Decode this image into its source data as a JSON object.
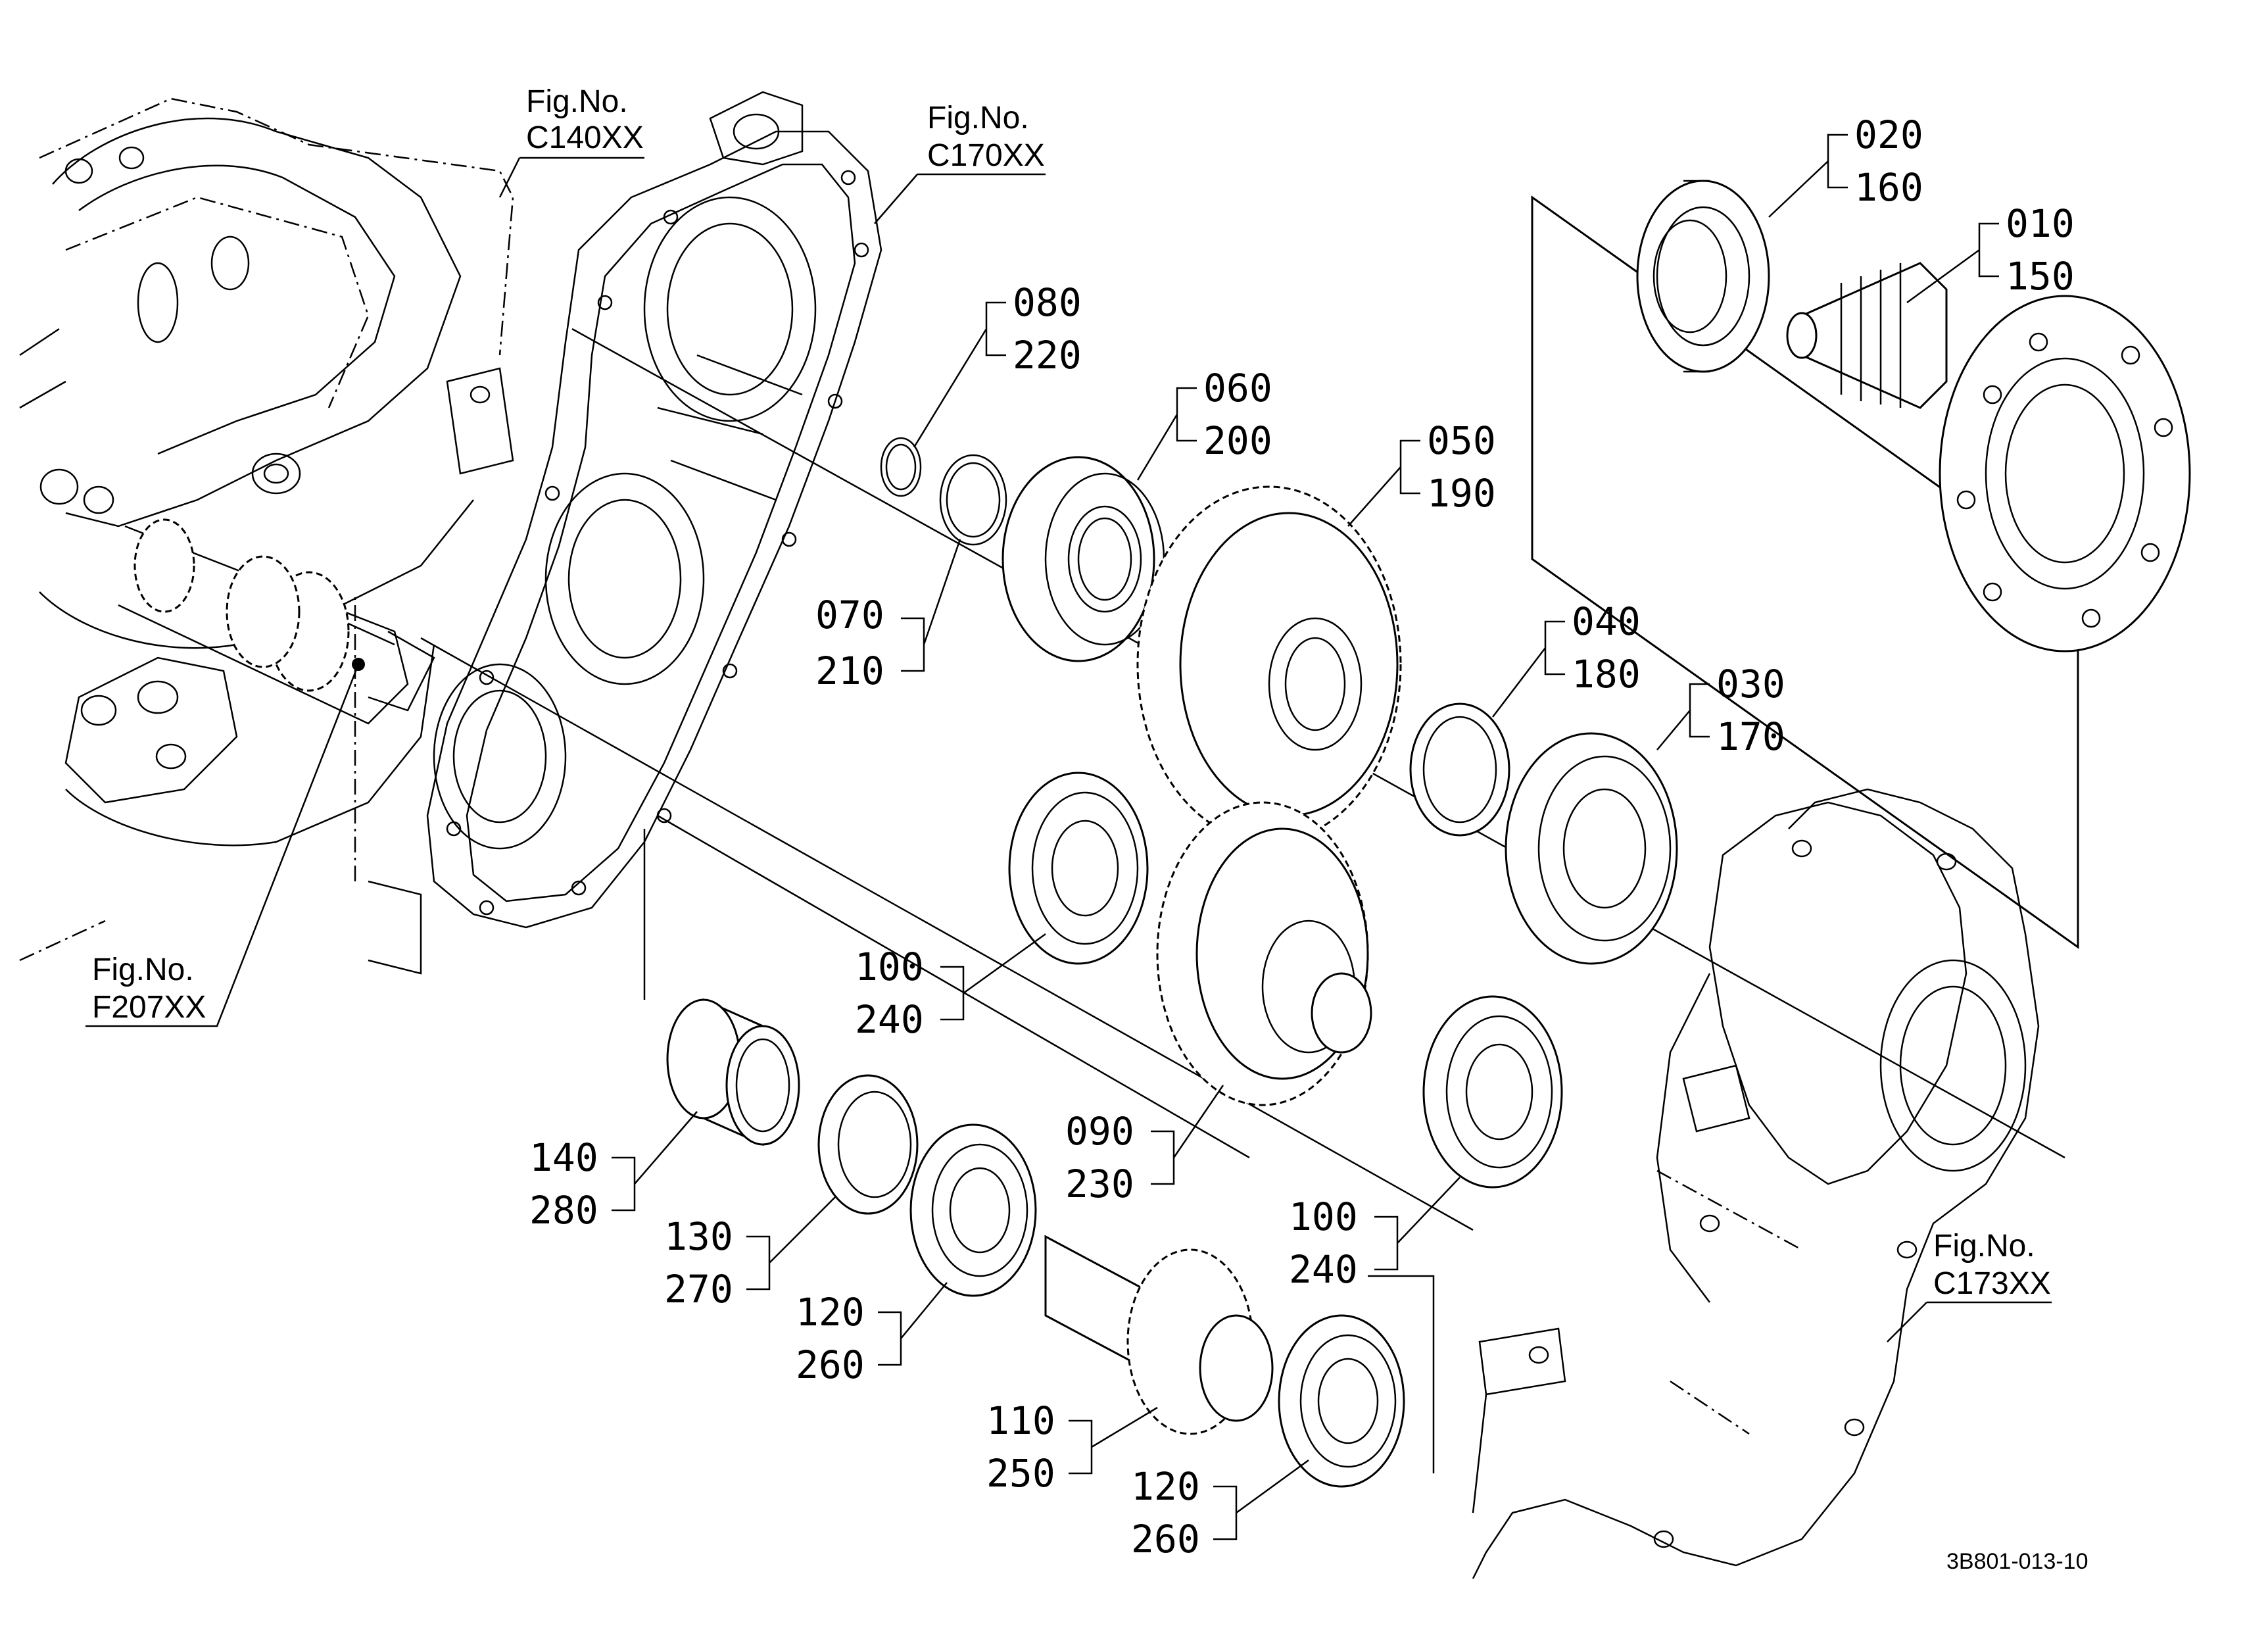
{
  "drawing_number": "3B801-013-10",
  "figure_refs": [
    {
      "id": "C140",
      "label": "Fig.No.",
      "code": "C140XX"
    },
    {
      "id": "C170",
      "label": "Fig.No.",
      "code": "C170XX"
    },
    {
      "id": "F207",
      "label": "Fig.No.",
      "code": "F207XX"
    },
    {
      "id": "C173",
      "label": "Fig.No.",
      "code": "C173XX"
    }
  ],
  "callouts": [
    {
      "id": "p020",
      "top": "020",
      "bottom": "160"
    },
    {
      "id": "p010",
      "top": "010",
      "bottom": "150"
    },
    {
      "id": "p080",
      "top": "080",
      "bottom": "220"
    },
    {
      "id": "p060",
      "top": "060",
      "bottom": "200"
    },
    {
      "id": "p050",
      "top": "050",
      "bottom": "190"
    },
    {
      "id": "p070",
      "top": "070",
      "bottom": "210"
    },
    {
      "id": "p040",
      "top": "040",
      "bottom": "180"
    },
    {
      "id": "p030",
      "top": "030",
      "bottom": "170"
    },
    {
      "id": "p100a",
      "top": "100",
      "bottom": "240"
    },
    {
      "id": "p090",
      "top": "090",
      "bottom": "230"
    },
    {
      "id": "p100b",
      "top": "100",
      "bottom": "240"
    },
    {
      "id": "p140",
      "top": "140",
      "bottom": "280"
    },
    {
      "id": "p130",
      "top": "130",
      "bottom": "270"
    },
    {
      "id": "p120a",
      "top": "120",
      "bottom": "260"
    },
    {
      "id": "p110",
      "top": "110",
      "bottom": "250"
    },
    {
      "id": "p120b",
      "top": "120",
      "bottom": "260"
    }
  ]
}
